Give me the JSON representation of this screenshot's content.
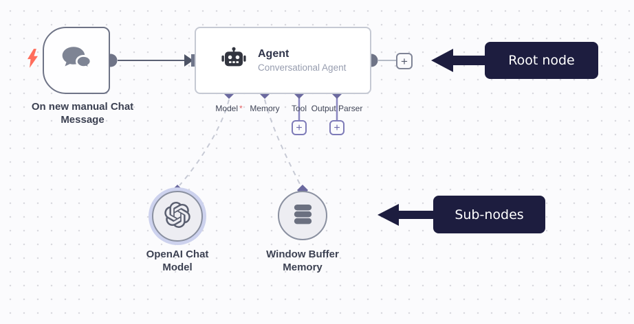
{
  "ui": {
    "plus": "+"
  },
  "nodes": {
    "trigger": {
      "name_line1": "On new manual Chat",
      "name_line2": "Message",
      "icon": "chat-bubbles-icon",
      "badge_icon": "lightning-bolt-icon"
    },
    "agent": {
      "title": "Agent",
      "subtitle": "Conversational Agent",
      "icon": "robot-icon",
      "required_marker": "*",
      "ports": [
        {
          "label": "Model",
          "required": true
        },
        {
          "label": "Memory",
          "required": false
        },
        {
          "label": "Tool",
          "required": false
        },
        {
          "label": "Output Parser",
          "required": false
        }
      ]
    },
    "openai_model": {
      "name_line1": "OpenAI Chat",
      "name_line2": "Model",
      "icon": "openai-logo-icon",
      "selected": true
    },
    "window_memory": {
      "name_line1": "Window Buffer",
      "name_line2": "Memory",
      "icon": "database-icon"
    }
  },
  "annotations": {
    "root_node": {
      "label": "Root node"
    },
    "sub_nodes": {
      "label": "Sub-nodes"
    }
  },
  "colors": {
    "canvas_bg": "#fbfbfd",
    "grid_dot": "#d9d9df",
    "trigger_border": "#6e7386",
    "agent_border": "#c5c9d3",
    "connection_gray": "#5a6073",
    "port_fill": "#6f7487",
    "diamond_purple": "#6b699f",
    "plus_purple_border": "#7e7bb8",
    "dashed_connector": "#c7cad5",
    "annotation_bg": "#1d1d3f",
    "required_red": "#e25d5d",
    "icon_gray": "#7e8494",
    "bolt_red": "#ff6d5c",
    "selection_halo": "#cdd2ee"
  }
}
